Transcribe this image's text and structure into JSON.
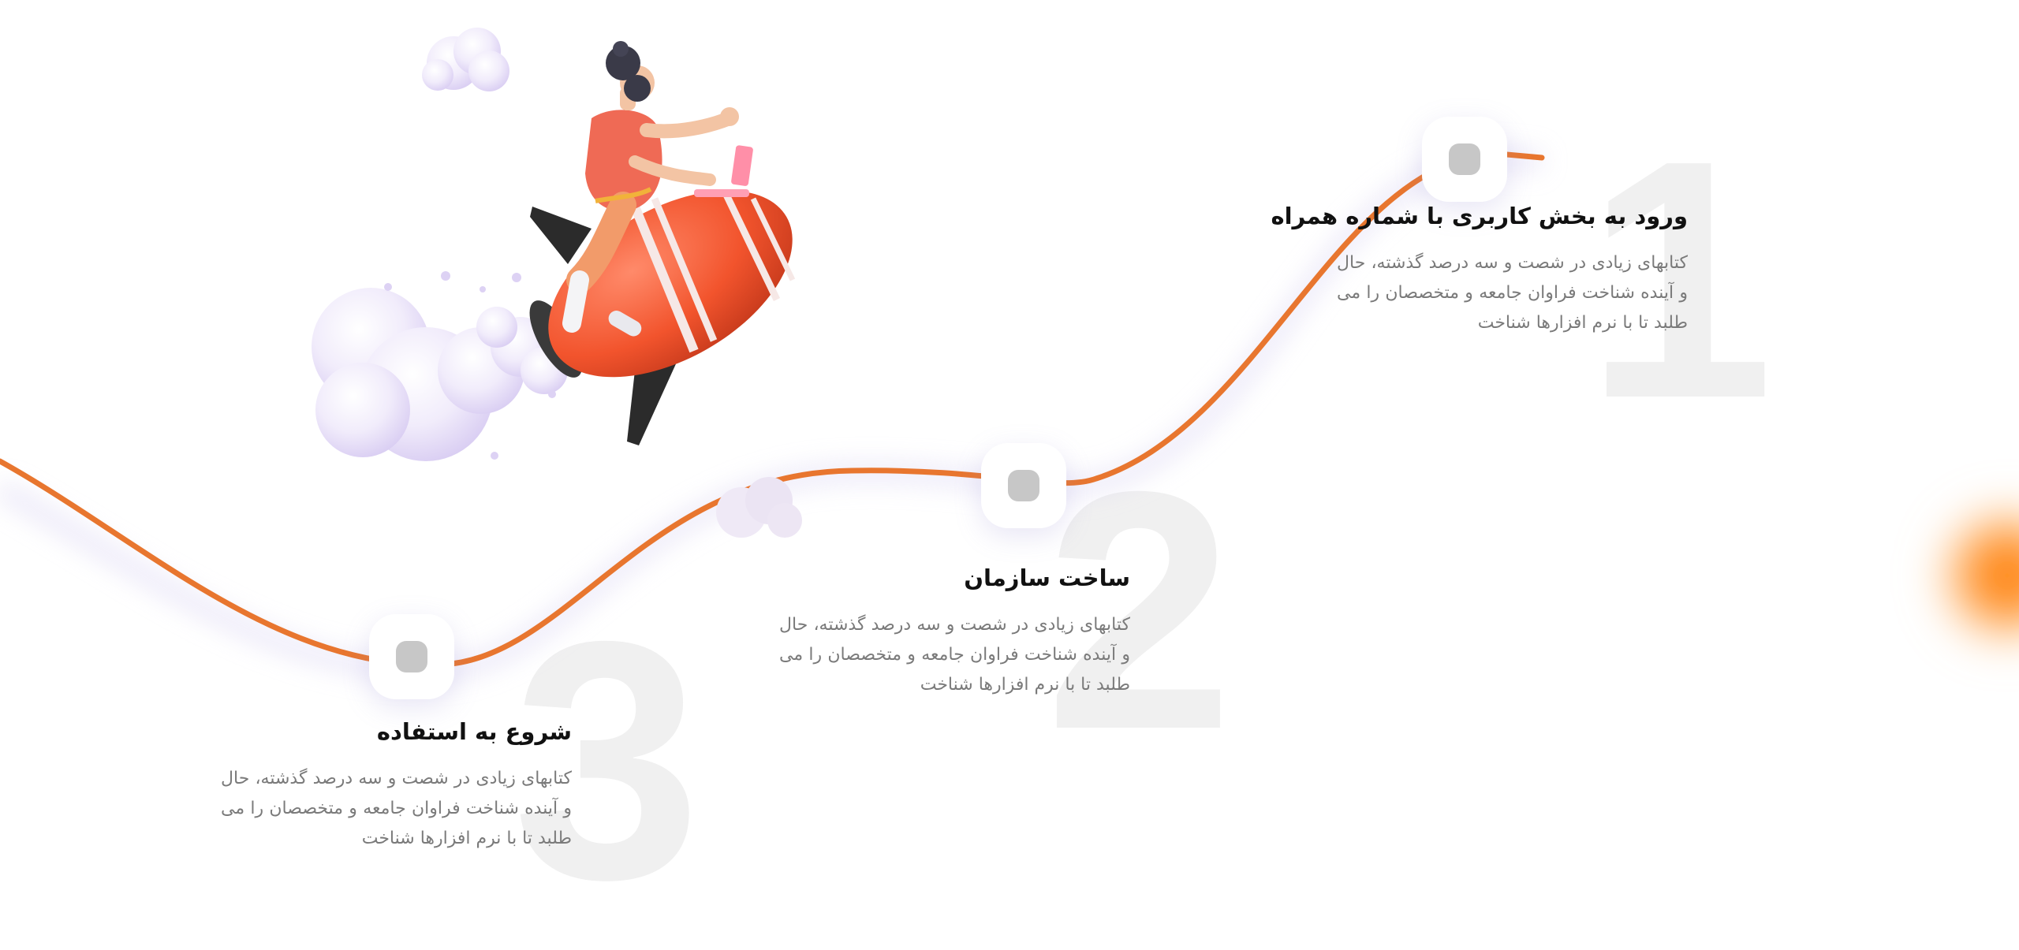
{
  "colors": {
    "curve": "#e8762f",
    "node_dot": "#c7c7c7",
    "step_number": "#f0f0f0",
    "title": "#111111",
    "body": "#7a7a7a",
    "background": "#ffffff"
  },
  "icons": {
    "illustration": "person-riding-rocket-illustration",
    "clouds": "cloud-icon",
    "orange_blur": "orange-glow-decoration"
  },
  "steps": [
    {
      "number": "1",
      "title": "ورود به بخش کاربری با شماره همراه",
      "description": "کتابهای زیادی در شصت و سه درصد گذشته، حال و آینده شناخت فراوان جامعه و متخصصان را می طلبد تا با نرم افزارها شناخت"
    },
    {
      "number": "2",
      "title": "ساخت سازمان",
      "description": "کتابهای زیادی در شصت و سه درصد گذشته، حال و آینده شناخت فراوان جامعه و متخصصان را می طلبد تا با نرم افزارها شناخت"
    },
    {
      "number": "3",
      "title": "شروع به استفاده",
      "description": "کتابهای زیادی در شصت و سه درصد گذشته، حال و آینده شناخت فراوان جامعه و متخصصان را می طلبد تا با نرم افزارها شناخت"
    }
  ]
}
